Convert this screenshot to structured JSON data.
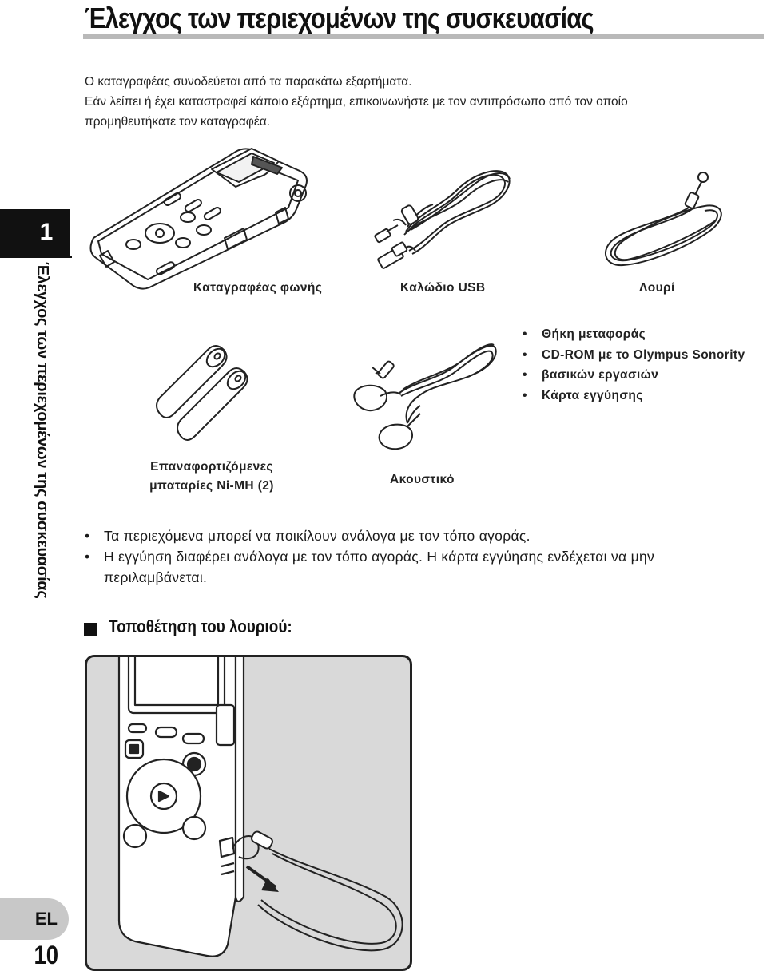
{
  "page": {
    "title": "Έλεγχος των περιεχομένων της συσκευασίας",
    "intro": [
      "Ο καταγραφέας συνοδεύεται από τα παρακάτω εξαρτήματα.",
      "Εάν λείπει ή έχει καταστραφεί κάποιο εξάρτημα, επικοινωνήστε με τον αντιπρόσωπο από τον οποίο",
      "προμηθευτήκατε τον καταγραφέα."
    ]
  },
  "side_tab": {
    "chapter": "1",
    "running_title": "Έλεγχος των περιεχομένων της συσκευασίας"
  },
  "items": {
    "recorder": "Καταγραφέας φωνής",
    "usb_cable": "Καλώδιο USB",
    "strap": "Λουρί",
    "batteries_line1": "Επαναφορτιζόμενες",
    "batteries_line2": "μπαταρίες Ni-MH (2)",
    "earphone": "Ακουστικό"
  },
  "accessories": [
    "Θήκη μεταφοράς",
    "CD-ROM με το Olympus Sonority",
    "βασικών εργασιών",
    "Κάρτα εγγύησης"
  ],
  "notes": [
    "Τα περιεχόμενα μπορεί να ποικίλουν ανάλογα με τον τόπο αγοράς.",
    "Η εγγύηση διαφέρει ανάλογα με τον τόπο αγοράς. Η κάρτα εγγύησης ενδέχεται να μην",
    "περιλαμβάνεται."
  ],
  "section": {
    "heading": "Τοποθέτηση του λουριού:"
  },
  "footer": {
    "language": "EL",
    "page_number": "10"
  },
  "icons": {
    "recorder": "voice-recorder-illustration",
    "usb_cable": "usb-cable-illustration",
    "strap": "strap-illustration",
    "batteries": "battery-illustration",
    "earphone": "earphone-illustration",
    "strap_figure": "strap-attachment-illustration"
  }
}
